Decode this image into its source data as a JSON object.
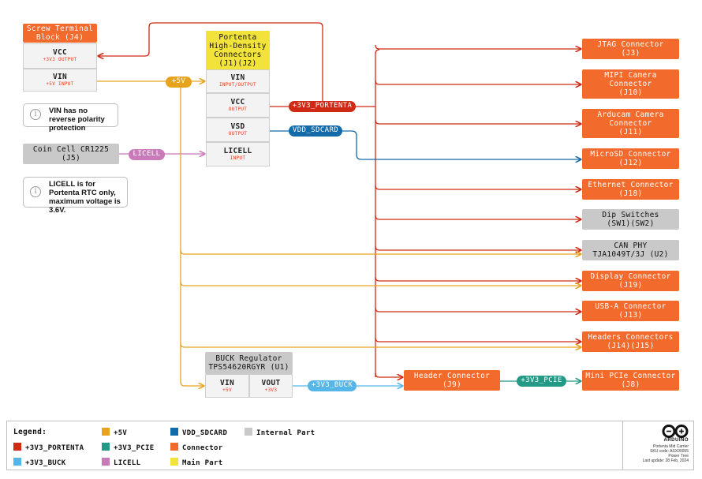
{
  "colors": {
    "portenta": "#cf2a16",
    "buck": "#56b6e8",
    "pcie": "#239a86",
    "sdcard": "#136aa8",
    "licell": "#c97ab8",
    "v5": "#e8a31d",
    "connector": "#f26a2c",
    "internal": "#c9c9c9",
    "main": "#f2e33a"
  },
  "nets": {
    "v5": "+5V",
    "portenta": "+3V3_PORTENTA",
    "sdcard": "VDD_SDCARD",
    "licell": "LICELL",
    "buck": "+3V3_BUCK",
    "pcie": "+3V3_PCIE"
  },
  "screw": {
    "title": "Screw Terminal Block (J4)",
    "vcc": "VCC",
    "vcc_sub": "+3V3 OUTPUT",
    "vin": "VIN",
    "vin_sub": "+5V INPUT"
  },
  "portenta_box": {
    "title": "Portenta High-Density Connectors (J1)(J2)",
    "vin": "VIN",
    "vin_sub": "INPUT/OUTPUT",
    "vcc": "VCC",
    "vcc_sub": "OUTPUT",
    "vsd": "VSD",
    "vsd_sub": "OUTPUT",
    "licell": "LICELL",
    "licell_sub": "INPUT"
  },
  "coin": {
    "title": "Coin Cell CR1225",
    "ref": "(J5)"
  },
  "notes": {
    "vin": "VIN has no reverse polarity protection",
    "licell": "LICELL is for Portenta RTC only, maximum voltage is 3.6V."
  },
  "buck": {
    "title": "BUCK Regulator",
    "ref": "TPS54620RGYR (U1)",
    "vin": "VIN",
    "vin_sub": "+5V",
    "vout": "VOUT",
    "vout_sub": "+3V3"
  },
  "header_conn": {
    "l1": "Header Connector",
    "l2": "(J9)"
  },
  "mini_pcie": {
    "l1": "Mini PCIe Connector",
    "l2": "(J8)"
  },
  "right": [
    {
      "l1": "JTAG Connector",
      "l2": "(J3)"
    },
    {
      "l1": "MIPI Camera",
      "l2": "Connector",
      "l3": "(J10)"
    },
    {
      "l1": "Arducam Camera",
      "l2": "Connector",
      "l3": "(J11)"
    },
    {
      "l1": "MicroSD Connector",
      "l2": "(J12)"
    },
    {
      "l1": "Ethernet Connector",
      "l2": "(J18)"
    },
    {
      "l1": "Dip Switches",
      "l2": "(SW1)(SW2)"
    },
    {
      "l1": "CAN PHY",
      "l2": "TJA1049T/3J (U2)"
    },
    {
      "l1": "Display Connector",
      "l2": "(J19)"
    },
    {
      "l1": "USB-A Connector",
      "l2": "(J13)"
    },
    {
      "l1": "Headers Connectors",
      "l2": "(J14)(J15)"
    }
  ],
  "legend": {
    "title": "Legend:",
    "items": [
      "+5V",
      "VDD_SDCARD",
      "Internal Part",
      "+3V3_PORTENTA",
      "+3V3_PCIE",
      "Connector",
      "+3V3_BUCK",
      "LICELL",
      "Main Part"
    ]
  },
  "brand": {
    "name": "ARDUINO",
    "l1": "Portenta Mid Carrier",
    "l2": "SKU code: ASX00055",
    "l3": "Power Tree",
    "l4": "Last update: 28 Feb, 2024"
  }
}
